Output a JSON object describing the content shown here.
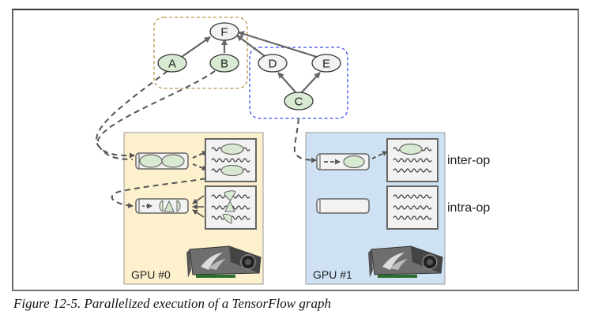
{
  "figure": {
    "caption": "Figure 12-5. Parallelized execution of a TensorFlow graph"
  },
  "graph": {
    "nodes": [
      {
        "id": "F",
        "label": "F",
        "color": "#f2f2f2"
      },
      {
        "id": "A",
        "label": "A",
        "color": "#d9ead3"
      },
      {
        "id": "B",
        "label": "B",
        "color": "#d9ead3"
      },
      {
        "id": "D",
        "label": "D",
        "color": "#f2f2f2"
      },
      {
        "id": "E",
        "label": "E",
        "color": "#f2f2f2"
      },
      {
        "id": "C",
        "label": "C",
        "color": "#d9ead3"
      }
    ],
    "edges": [
      [
        "A",
        "F"
      ],
      [
        "B",
        "F"
      ],
      [
        "D",
        "F"
      ],
      [
        "E",
        "F"
      ],
      [
        "C",
        "D"
      ],
      [
        "C",
        "E"
      ]
    ],
    "groups": [
      {
        "name": "gpu0-group",
        "members": [
          "F",
          "A",
          "B"
        ],
        "color": "#b8964b"
      },
      {
        "name": "gpu1-group",
        "members": [
          "C",
          "D",
          "E"
        ],
        "color": "#3d4ef0"
      }
    ]
  },
  "devices": [
    {
      "label": "GPU #0",
      "background": "#fdf0cc"
    },
    {
      "label": "GPU #1",
      "background": "#cfe2f3"
    }
  ],
  "pools": {
    "inter_label": "inter-op",
    "intra_label": "intra-op"
  },
  "colors": {
    "node_green": "#d9ead3",
    "node_gray": "#f2f2f2",
    "edge": "#666666",
    "pool_box": "#f2f2f2"
  }
}
